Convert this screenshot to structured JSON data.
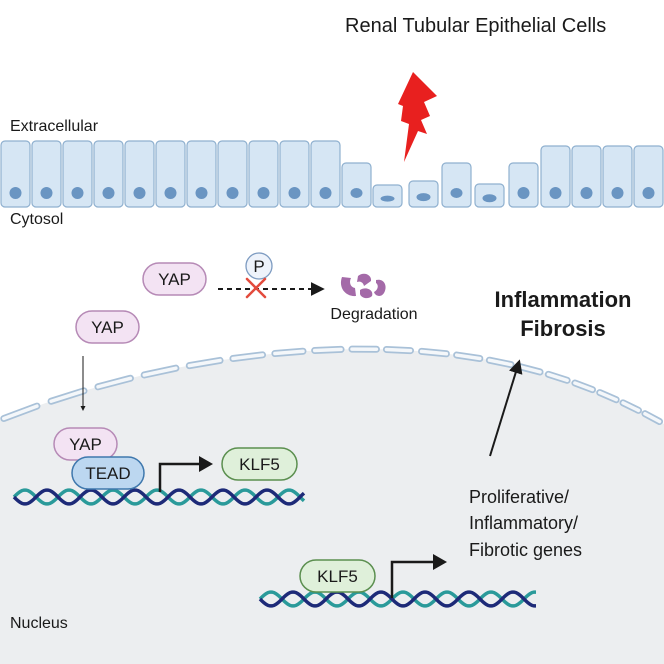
{
  "title": "Renal Tubular Epithelial Cells",
  "regions": {
    "extracellular": "Extracellular",
    "cytosol": "Cytosol",
    "nucleus": "Nucleus"
  },
  "proteins": {
    "yap_cytosol": "YAP",
    "yap_migrating": "YAP",
    "yap_nuclear": "YAP",
    "phospho": "P",
    "tead": "TEAD",
    "klf5_product": "KLF5",
    "klf5_bound": "KLF5"
  },
  "degradation_label": "Degradation",
  "target_genes": [
    "Proliferative/",
    "Inflammatory/",
    "Fibrotic genes"
  ],
  "outcomes": [
    "Inflammation",
    "Fibrosis"
  ],
  "colors": {
    "cell_fill": "#d6e6f4",
    "cell_stroke": "#8fb0cf",
    "cell_nucleus": "#6a95c2",
    "nucleus_bg": "#eceef0",
    "yap_fill": "#f3e3f3",
    "yap_stroke": "#b68ab6",
    "tead_fill": "#bcd7f0",
    "tead_stroke": "#3f78ad",
    "klf5_fill": "#dff0da",
    "klf5_stroke": "#5b8f4f",
    "injury": "#e8201f",
    "dna_dark": "#1d2a78",
    "dna_light": "#2a9a9a",
    "inhibit": "#e34a3c",
    "degradation": "#a46aa8"
  },
  "icons": {
    "injury": "lightning-bolt-icon",
    "inhibition": "x-cross-icon",
    "degradation": "protein-fragments-icon"
  }
}
